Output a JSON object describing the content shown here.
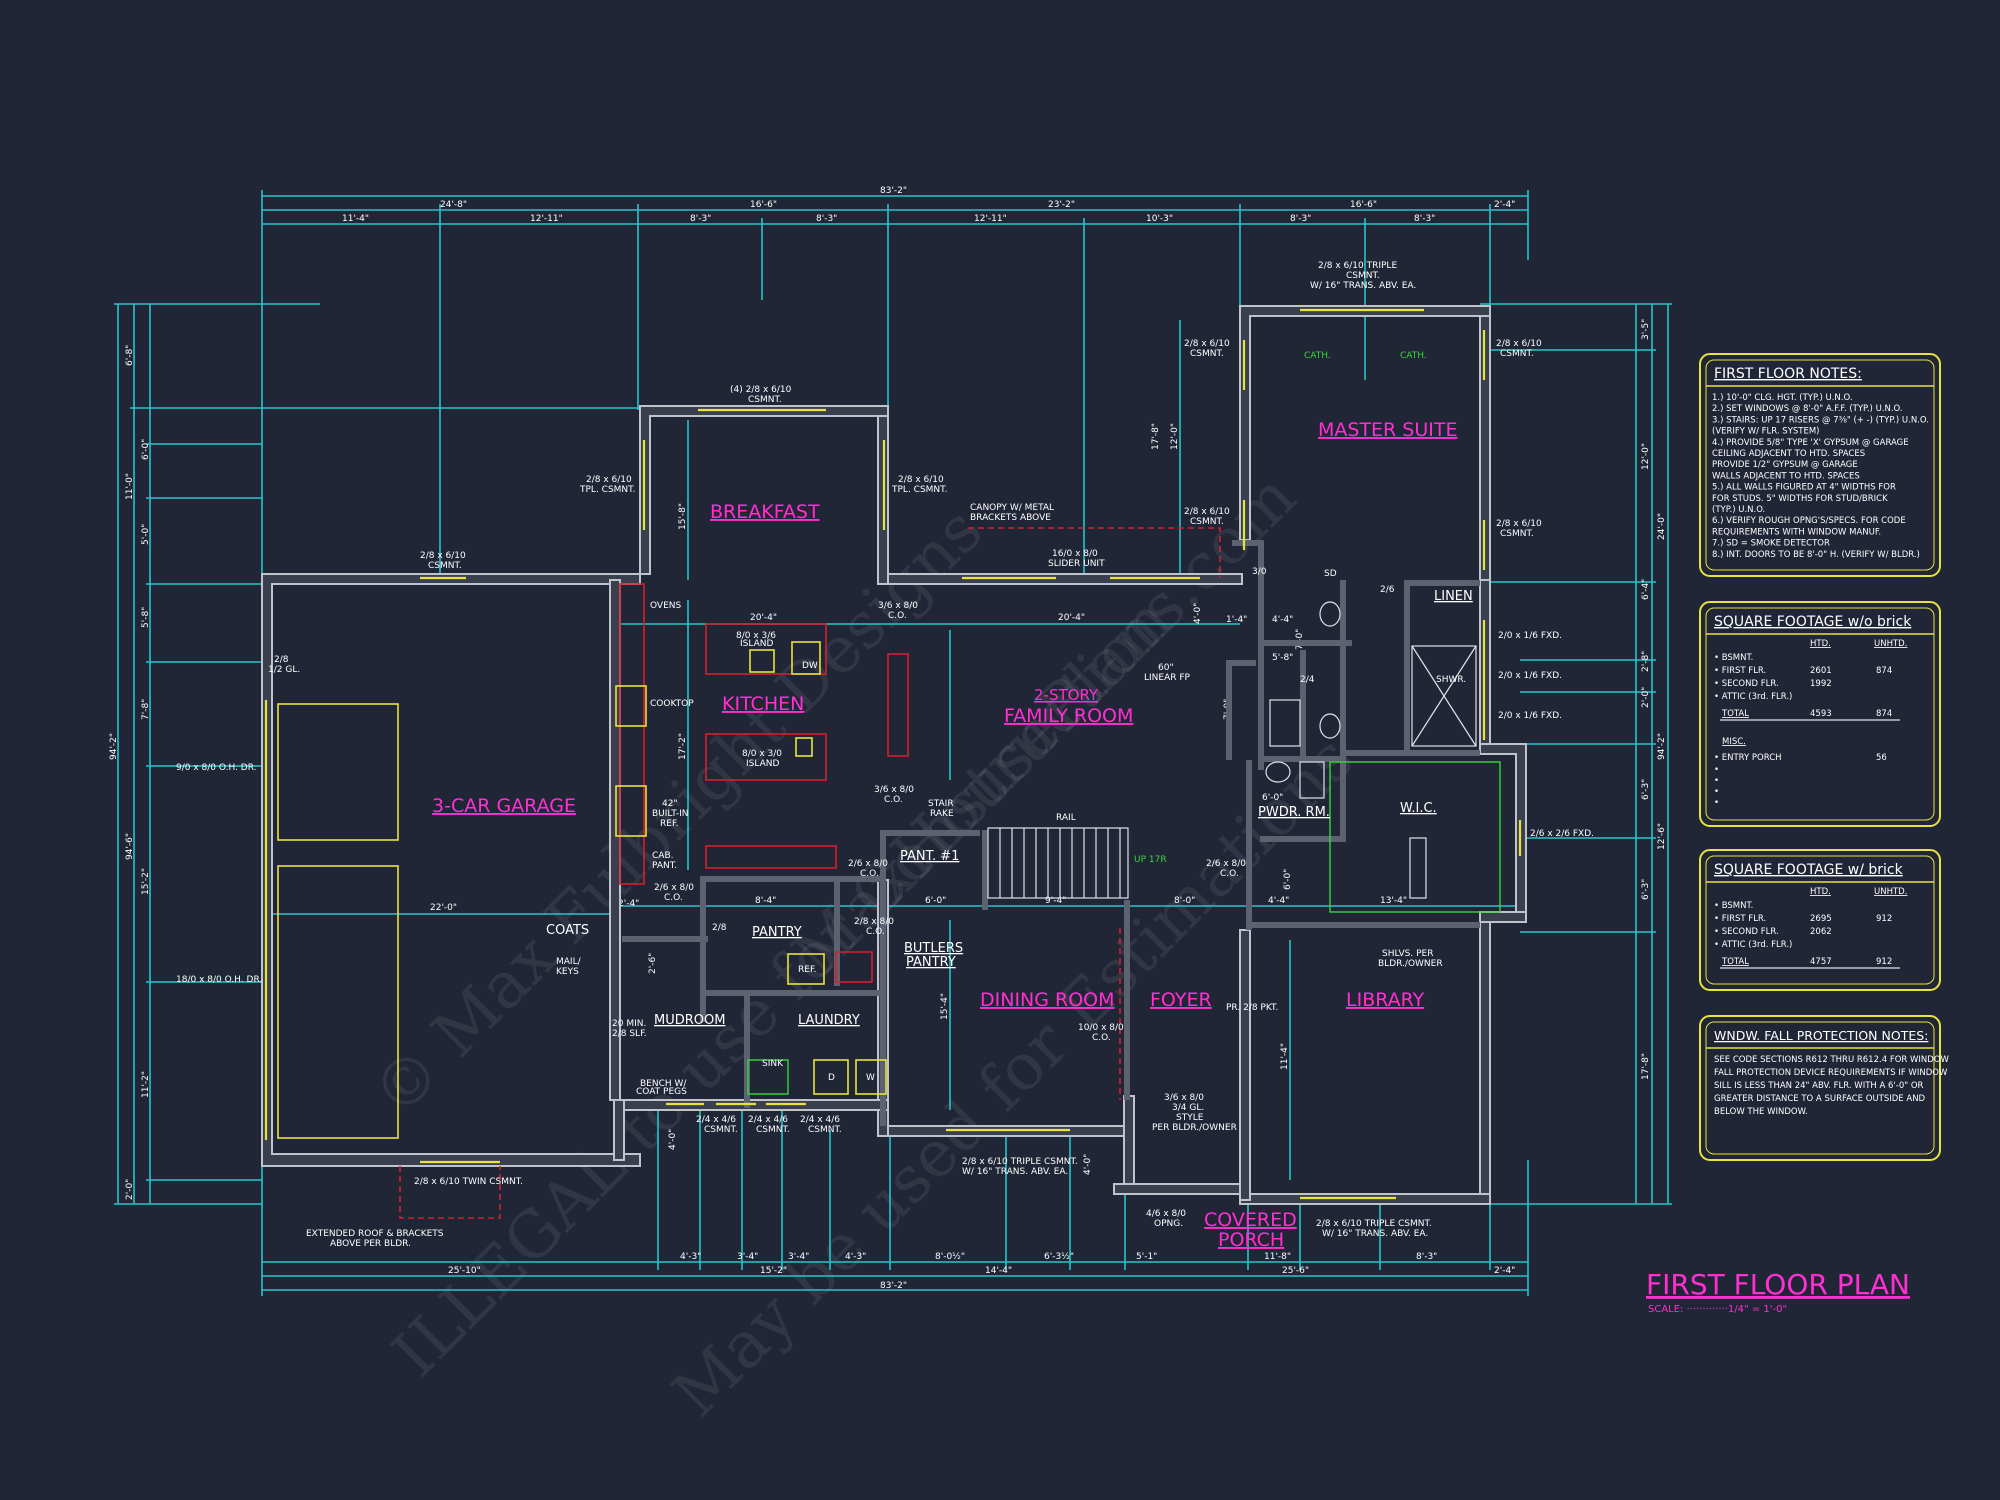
{
  "watermark": {
    "line1": "© Max Fulbright Designs",
    "line2": "ILLEGAL to use for Construction",
    "line3": "MaxHousePlans.com",
    "line4": "May be used for Estimations"
  },
  "rooms": {
    "garage": "3-CAR GARAGE",
    "breakfast": "BREAKFAST",
    "kitchen": "KITCHEN",
    "family_a": "2-STORY",
    "family_b": "FAMILY ROOM",
    "master": "MASTER SUITE",
    "dining": "DINING ROOM",
    "foyer": "FOYER",
    "library": "LIBRARY",
    "porch_a": "COVERED",
    "porch_b": "PORCH",
    "mudroom": "MUDROOM",
    "laundry": "LAUNDRY",
    "pantry": "PANTRY",
    "butlers_a": "BUTLERS",
    "butlers_b": "PANTRY",
    "pant1": "PANT. #1",
    "pwdr": "PWDR. RM.",
    "wic": "W.I.C.",
    "linen": "LINEN"
  },
  "dims_top": {
    "overall": "83'-2\"",
    "d1": "24'-8\"",
    "d2": "16'-6\"",
    "d3": "23'-2\"",
    "d4": "16'-6\"",
    "d5": "2'-4\"",
    "e1": "11'-4\"",
    "e2": "12'-11\"",
    "e3": "8'-3\"",
    "e4": "8'-3\"",
    "e5": "12'-11\"",
    "e6": "10'-3\"",
    "e7": "8'-3\"",
    "e8": "8'-3\""
  },
  "dims_bottom": {
    "overall": "83'-2\"",
    "b1": "25'-10\"",
    "b2": "15'-2\"",
    "b3": "14'-4\"",
    "b4": "25'-6\"",
    "b5": "2'-4\"",
    "c1": "4'-3\"",
    "c2": "3'-4\"",
    "c3": "3'-4\"",
    "c4": "4'-3\"",
    "c5": "8'-0½\"",
    "c6": "6'-3½\"",
    "c7": "5'-1\"",
    "c8": "11'-8\"",
    "c9": "8'-3\""
  },
  "dims_left": {
    "overall": "94'-2\"",
    "inner": "94'-6\"",
    "l1": "6'-8\"",
    "l2": "6'-0\"",
    "l3": "11'-0\"",
    "l4": "5'-0\"",
    "l5": "5'-8\"",
    "l6": "7'-8\"",
    "l7": "15'-2\"",
    "l8": "11'-2\"",
    "l9": "2'-0\""
  },
  "dims_right": {
    "overall": "94'-2\"",
    "r1": "3'-5\"",
    "r2": "12'-0\"",
    "r3": "24'-0\"",
    "r4": "6'-4\"",
    "r5": "2'-8\"",
    "r6": "2'-0\"",
    "r7": "6'-3\"",
    "r8": "12'-6\"",
    "r9": "6'-3\"",
    "r10": "17'-8\""
  },
  "dims_interior": {
    "kitchen_w": "20'-4\"",
    "family_w": "20'-4\"",
    "garage_w": "22'-0\"",
    "k1": "15'-8\"",
    "k2": "17'-2\"",
    "k3": "15'-4\"",
    "m1": "17'-8\"",
    "m2": "12'-0\"",
    "p1": "8'-4\"",
    "p2": "6'-0\"",
    "p3": "9'-4\"",
    "p4": "8'-0\"",
    "p5": "4'-4\"",
    "w1": "13'-4\"",
    "l1": "11'-4\"",
    "c1": "7'-0\"",
    "c2": "6'-0\"",
    "c3": "2'-4\"",
    "c4": "4'-0\"",
    "c5": "4'-0\"",
    "c6": "1'-4\"",
    "c7": "5'-8\"",
    "c8": "7'-0\"",
    "c9": "4'-0\"",
    "c10": "6'-0\"",
    "c11": "4'-4\"",
    "c12": "2'-6\""
  },
  "notes": {
    "windows_top": "(4) 2/8 x 6/10",
    "windows_top2": "CSMNT.",
    "tpl_left": "2/8 x 6/10",
    "tpl_left2": "TPL. CSMNT.",
    "tpl_right": "2/8 x 6/10",
    "tpl_right2": "TPL. CSMNT.",
    "garage_csmnt": "2/8 x 6/10",
    "garage_csmnt2": "CSMNT.",
    "canopy1": "CANOPY W/ METAL",
    "canopy2": "BRACKETS ABOVE",
    "slider1": "16/0 x 8/0",
    "slider2": "SLIDER UNIT",
    "master_win1": "2/8 x 6/10 TRIPLE",
    "master_win2": "CSMNT.",
    "master_win3": "W/ 16\" TRANS. ABV. EA.",
    "ms_l1": "2/8 x 6/10",
    "ms_l2": "CSMNT.",
    "ms_l3": "2/8 x 6/10",
    "ms_l4": "CSMNT.",
    "ms_r1": "2/8 x 6/10",
    "ms_r2": "CSMNT.",
    "ms_r3": "2/8 x 6/10",
    "ms_r4": "CSMNT.",
    "cath1": "CATH.",
    "cath2": "CATH.",
    "fxd1": "2/0 x 1/6 FXD.",
    "fxd2": "2/0 x 1/6 FXD.",
    "fxd3": "2/0 x 1/6 FXD.",
    "fxd4": "2/6 x 2/6 FXD.",
    "linear1": "60\"",
    "linear2": "LINEAR FP",
    "ovens": "OVENS",
    "cooktop": "COOKTOP",
    "island1a": "8/0 x 3/6",
    "island1b": "ISLAND",
    "island2a": "8/0 x 3/0",
    "island2b": "ISLAND",
    "dw": "DW",
    "builtin1": "42\"",
    "builtin2": "BUILT-IN",
    "builtin3": "REF.",
    "cab1": "CAB.",
    "cab2": "PANT.",
    "co1a": "3/6 x 8/0",
    "co1b": "C.O.",
    "co2a": "3/6 x 8/0",
    "co2b": "C.O.",
    "co3a": "2/6 x 8/0",
    "co3b": "C.O.",
    "co4a": "2/6 x 8/0",
    "co4b": "C.O.",
    "co5a": "2/8 x 8/0",
    "co5b": "C.O.",
    "co6a": "10/0 x 8/0",
    "co6b": "C.O.",
    "co7a": "2/6 x 8/0",
    "co7b": "C.O.",
    "stair1": "STAIR",
    "stair2": "RAKE",
    "rail": "RAIL",
    "coats": "COATS",
    "mail1": "MAIL/",
    "mail2": "KEYS",
    "bench1": "BENCH W/",
    "bench2": "COAT PEGS",
    "sink": "SINK",
    "ref": "REF.",
    "d": "D",
    "w": "W",
    "gar_door1": "9/0 x 8/0 O.H. DR.",
    "gar_door2": "18/0 x 8/0 O.H. DR.",
    "gar_side1": "2/8",
    "gar_side2": "1/2 GL.",
    "twin": "2/8 x 6/10 TWIN CSMNT.",
    "roof1": "EXTENDED ROOF & BRACKETS",
    "roof2": "ABOVE PER BLDR.",
    "cs1a": "2/4 x 4/6",
    "cs1b": "CSMNT.",
    "cs2a": "2/4 x 4/6",
    "cs2b": "CSMNT.",
    "cs3a": "2/4 x 4/6",
    "cs3b": "CSMNT.",
    "dining_win1": "2/8 x 6/10 TRIPLE CSMNT.",
    "dining_win2": "W/ 16\" TRANS. ABV. EA.",
    "lib_win1": "2/8 x 6/10 TRIPLE CSMNT.",
    "lib_win2": "W/ 16\" TRANS. ABV. EA.",
    "pr": "PR. 2/8 PKT.",
    "entry1": "3/6 x 8/0",
    "entry2": "3/4 GL.",
    "style1": "STYLE",
    "style2": "PER BLDR./OWNER",
    "opng1": "4/6 x 8/0",
    "opng2": "OPNG.",
    "shlvs1": "SHLVS. PER",
    "shlvs2": "BLDR./OWNER",
    "min1": "20 MIN.",
    "min2": "2/8 SLF.",
    "sd": "SD",
    "shwr": "SHWR.",
    "d24": "2/4",
    "d26": "2/6",
    "d28": "2/8",
    "d30": "3/0",
    "up": "UP 17R"
  },
  "panel_notes": {
    "title": "FIRST FLOOR NOTES:",
    "lines": [
      "1.) 10'-0\" CLG. HGT. (TYP.) U.N.O.",
      "2.) SET WINDOWS @ 8'-0\" A.F.F. (TYP.) U.N.O.",
      "3.) STAIRS: UP 17 RISERS @ 7⅜\" (+ -) (TYP.) U.N.O.",
      "    (VERIFY W/ FLR. SYSTEM)",
      "4.) PROVIDE 5/8\" TYPE 'X' GYPSUM @ GARAGE",
      "    CEILING ADJACENT TO HTD. SPACES",
      "    PROVIDE 1/2\" GYPSUM @ GARAGE",
      "    WALLS ADJACENT TO HTD. SPACES",
      "5.) ALL WALLS FIGURED AT 4\" WIDTHS FOR",
      "    FOR STUDS. 5\" WIDTHS FOR STUD/BRICK",
      "    (TYP.) U.N.O.",
      "6.) VERIFY ROUGH OPNG'S/SPECS. FOR CODE",
      "    REQUIREMENTS WITH WINDOW MANUF.",
      "7.) SD = SMOKE DETECTOR",
      "8.) INT. DOORS TO BE 8'-0\" H. (VERIFY W/ BLDR.)"
    ]
  },
  "sqft_no_brick": {
    "title": "SQUARE FOOTAGE w/o brick",
    "col1": "HTD.",
    "col2": "UNHTD.",
    "rows": [
      {
        "label": "• BSMNT.",
        "htd": "",
        "unhtd": ""
      },
      {
        "label": "• FIRST FLR.",
        "htd": "2601",
        "unhtd": "874"
      },
      {
        "label": "• SECOND FLR.",
        "htd": "1992",
        "unhtd": ""
      },
      {
        "label": "• ATTIC (3rd. FLR.)",
        "htd": "",
        "unhtd": ""
      }
    ],
    "total_label": "TOTAL",
    "total_htd": "4593",
    "total_unhtd": "874",
    "misc": "MISC.",
    "misc_row": "• ENTRY PORCH",
    "misc_val": "56",
    "bullets": [
      "•",
      "•",
      "•",
      "•"
    ]
  },
  "sqft_brick": {
    "title": "SQUARE FOOTAGE w/ brick",
    "col1": "HTD.",
    "col2": "UNHTD.",
    "rows": [
      {
        "label": "• BSMNT.",
        "htd": "",
        "unhtd": ""
      },
      {
        "label": "• FIRST FLR.",
        "htd": "2695",
        "unhtd": "912"
      },
      {
        "label": "• SECOND FLR.",
        "htd": "2062",
        "unhtd": ""
      },
      {
        "label": "• ATTIC (3rd. FLR.)",
        "htd": "",
        "unhtd": ""
      }
    ],
    "total_label": "TOTAL",
    "total_htd": "4757",
    "total_unhtd": "912"
  },
  "fall_notes": {
    "title": "WNDW. FALL PROTECTION NOTES:",
    "lines": [
      "SEE CODE SECTIONS R612 THRU R612.4 FOR WINDOW",
      "FALL PROTECTION DEVICE REQUIREMENTS IF WINDOW",
      "SILL IS LESS THAN 24\" ABV. FLR. WITH A 6'-0\" OR",
      "GREATER DISTANCE TO A SURFACE OUTSIDE AND",
      "BELOW THE WINDOW."
    ]
  },
  "plan_title": "FIRST FLOOR PLAN",
  "plan_scale": "SCALE: ·············1/4\" = 1'-0\""
}
